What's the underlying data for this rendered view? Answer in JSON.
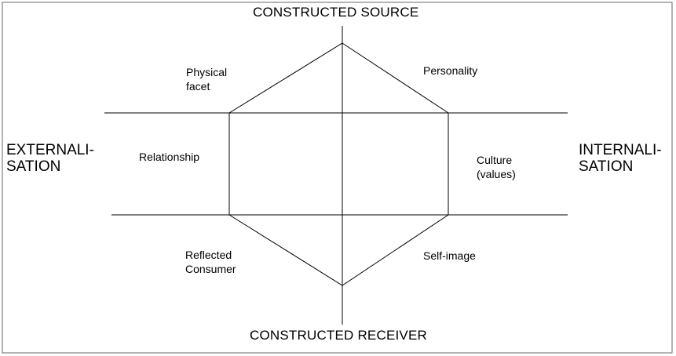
{
  "axes": {
    "top": "CONSTRUCTED SOURCE",
    "bottom": "CONSTRUCTED RECEIVER",
    "left": "EXTERNALI-\nSATION",
    "right": "INTERNALI-\nSATION"
  },
  "facets": {
    "physical": "Physical\nfacet",
    "personality": "Personality",
    "relationship": "Relationship",
    "culture": "Culture\n(values)",
    "reflected": "Reflected\nConsumer",
    "self_image": "Self-image"
  },
  "colors": {
    "line": "#000000",
    "border": "#808080",
    "background": "#ffffff"
  }
}
